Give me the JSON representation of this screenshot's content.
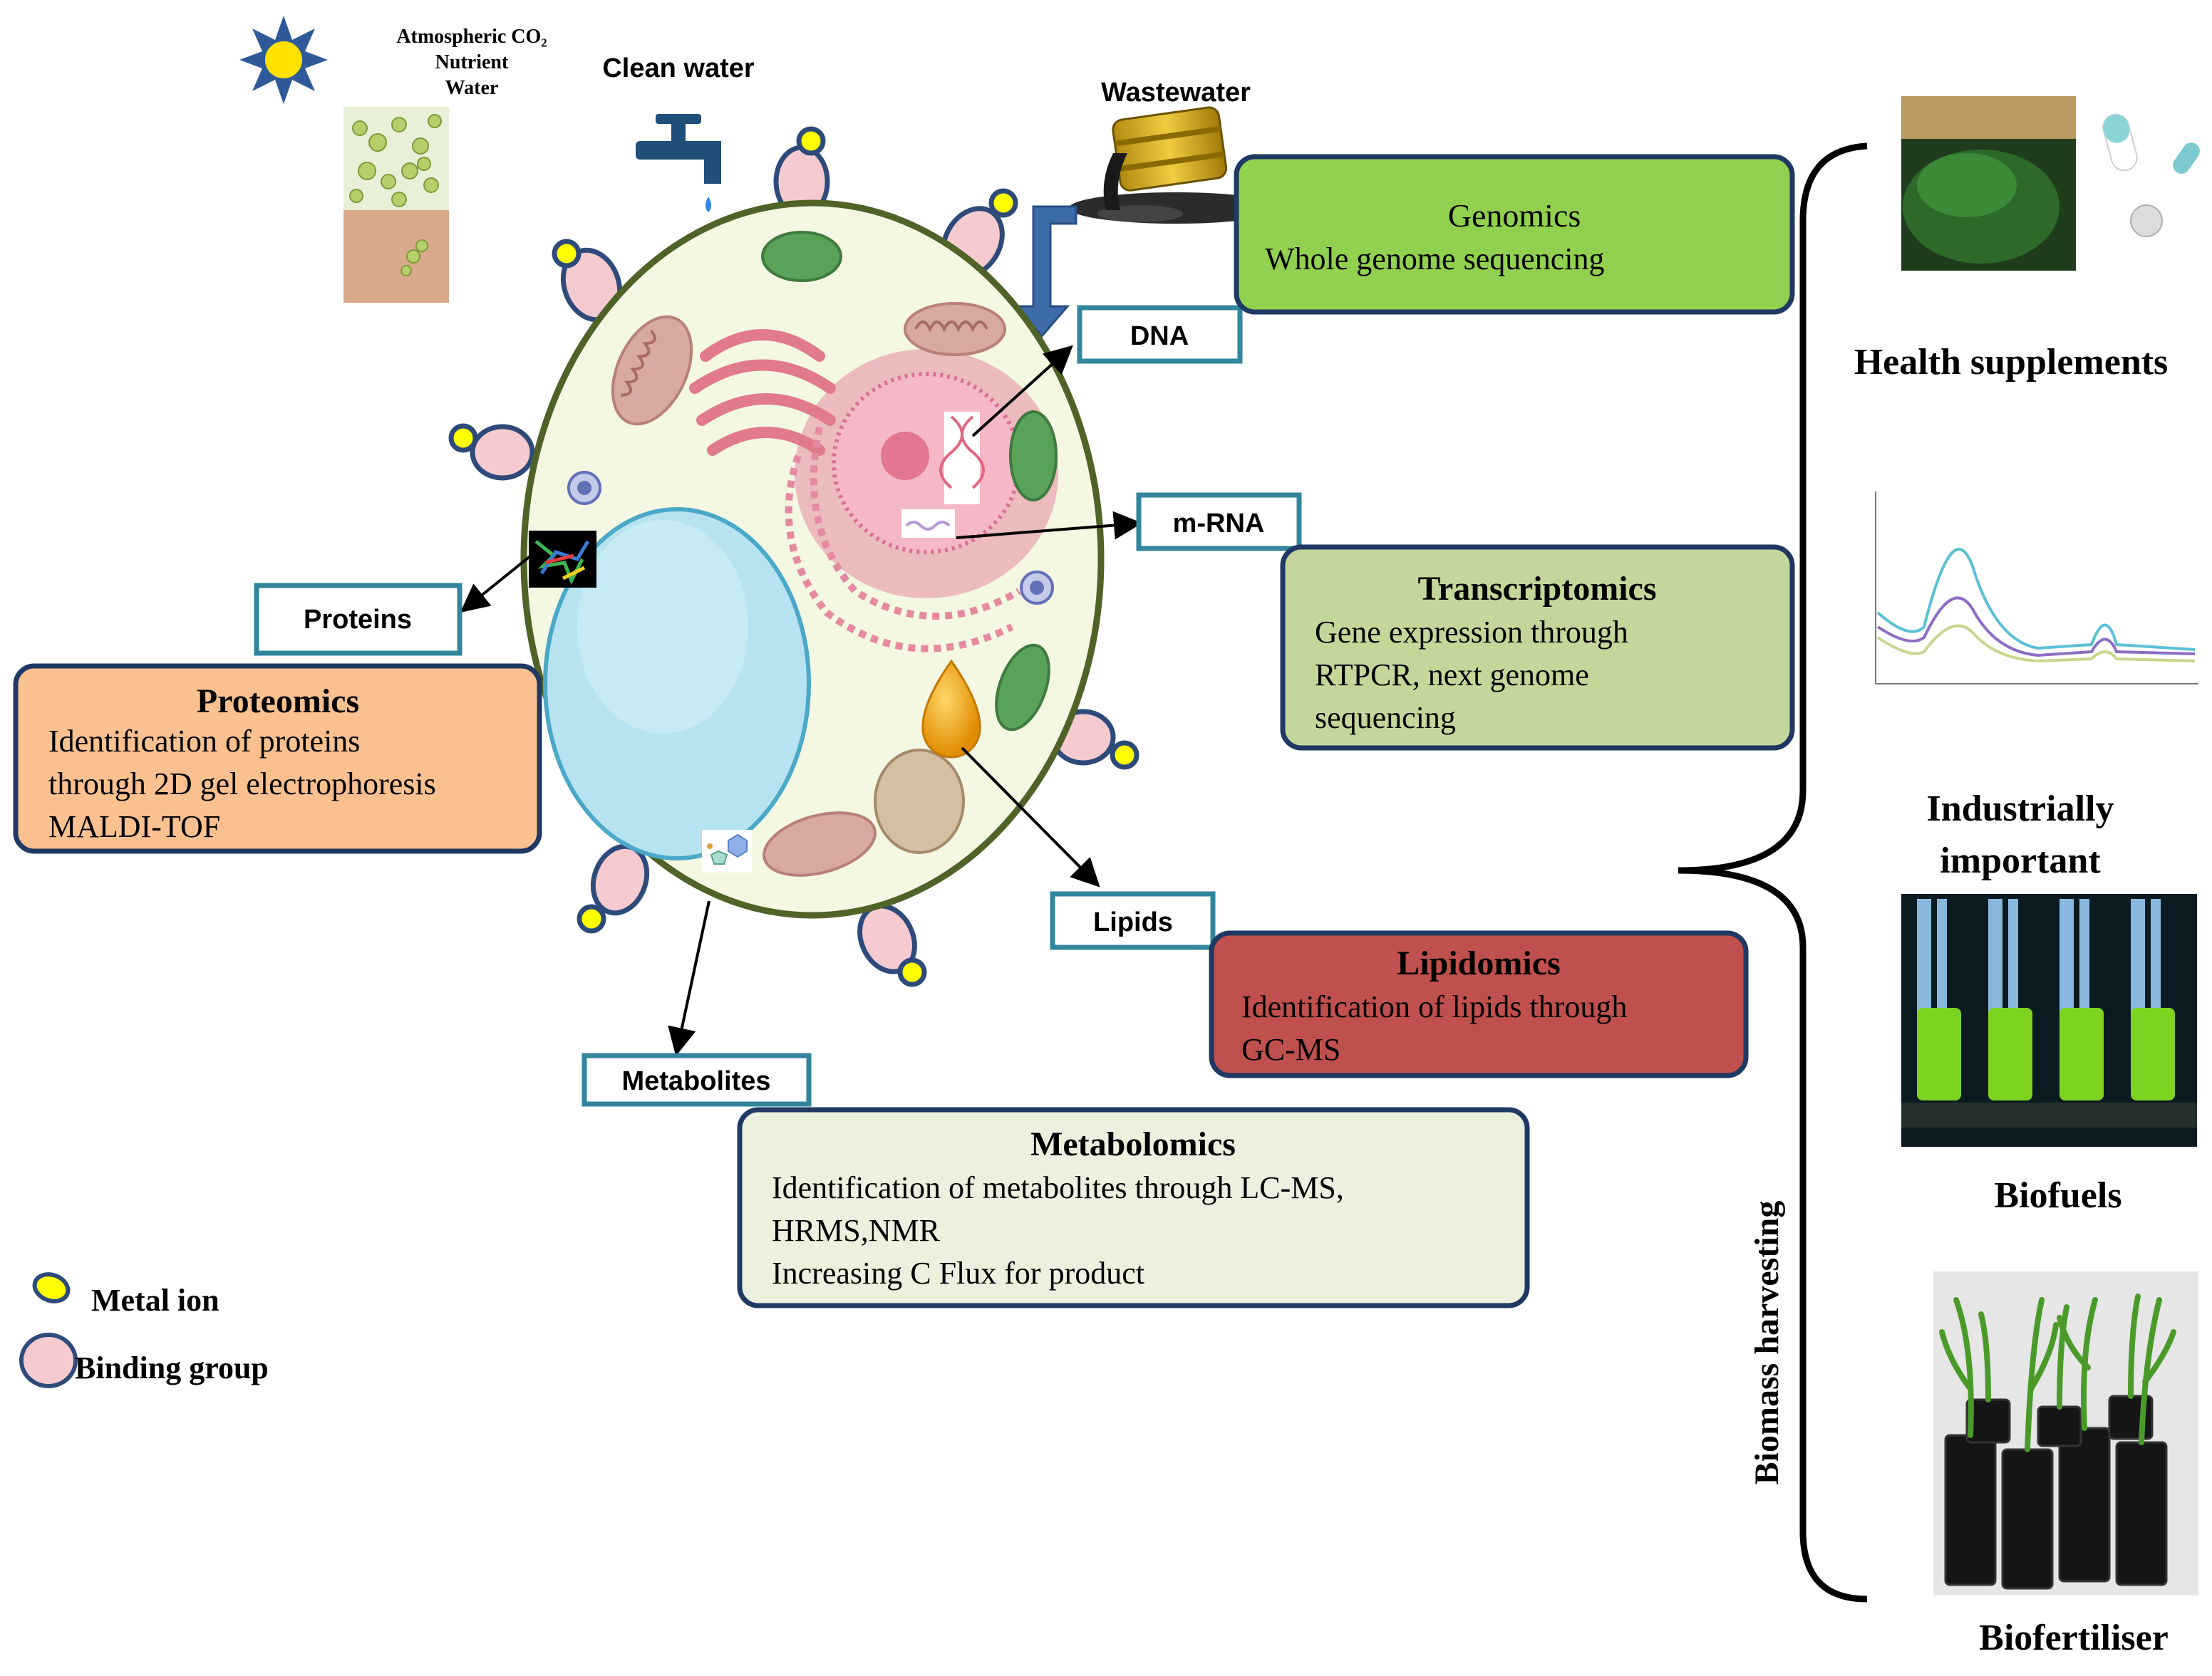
{
  "inputs": {
    "sun_label_line1": "Atmospheric CO₂",
    "sun_label_line2": "Nutrient",
    "sun_label_line3": "Water",
    "clean_water": "Clean water",
    "wastewater": "Wastewater"
  },
  "molecules": {
    "dna": "DNA",
    "mrna": "m-RNA",
    "proteins": "Proteins",
    "lipids": "Lipids",
    "metabolites": "Metabolites"
  },
  "omics": {
    "genomics": {
      "title": "Genomics",
      "lines": [
        "Whole genome sequencing"
      ],
      "color": "#92d050"
    },
    "transcriptomics": {
      "title": "Transcriptomics",
      "lines": [
        "Gene expression through",
        "RTPCR, next genome",
        "sequencing"
      ],
      "color": "#c4d79b"
    },
    "proteomics": {
      "title": "Proteomics",
      "lines": [
        "Identification of proteins",
        "through 2D gel electrophoresis",
        "MALDI-TOF"
      ],
      "color": "#fac090"
    },
    "lipidomics": {
      "title": "Lipidomics",
      "lines": [
        "Identification of lipids through",
        "GC-MS"
      ],
      "color": "#c0504d"
    },
    "metabolomics": {
      "title": "Metabolomics",
      "lines": [
        "Identification of metabolites through LC-MS,",
        "HRMS,NMR",
        "Increasing C Flux for product"
      ],
      "color": "#ebf1de"
    }
  },
  "legend": {
    "metal_ion": "Metal ion",
    "binding_group": "Binding group"
  },
  "products": {
    "bracket_label": "Biomass harvesting",
    "health": "Health supplements",
    "industrial_line1": "Industrially",
    "industrial_line2": "important",
    "biofuels": "Biofuels",
    "biofertiliser": "Biofertiliser"
  },
  "colors": {
    "box_border": "#31859c",
    "omics_border": "#1f3864",
    "cell_membrane": "#4f6228",
    "cytoplasm": "#f4f7e2",
    "vacuole": "#b7e3f0",
    "nucleus": "#f2a7b8",
    "golgi": "#e07a8c",
    "mitochondria": "#d7a9a0",
    "chloroplast": "#5aa15a",
    "metal_ion": "#ffff00",
    "binding_group": "#f5cbd0",
    "binding_border": "#2e4a7a"
  }
}
